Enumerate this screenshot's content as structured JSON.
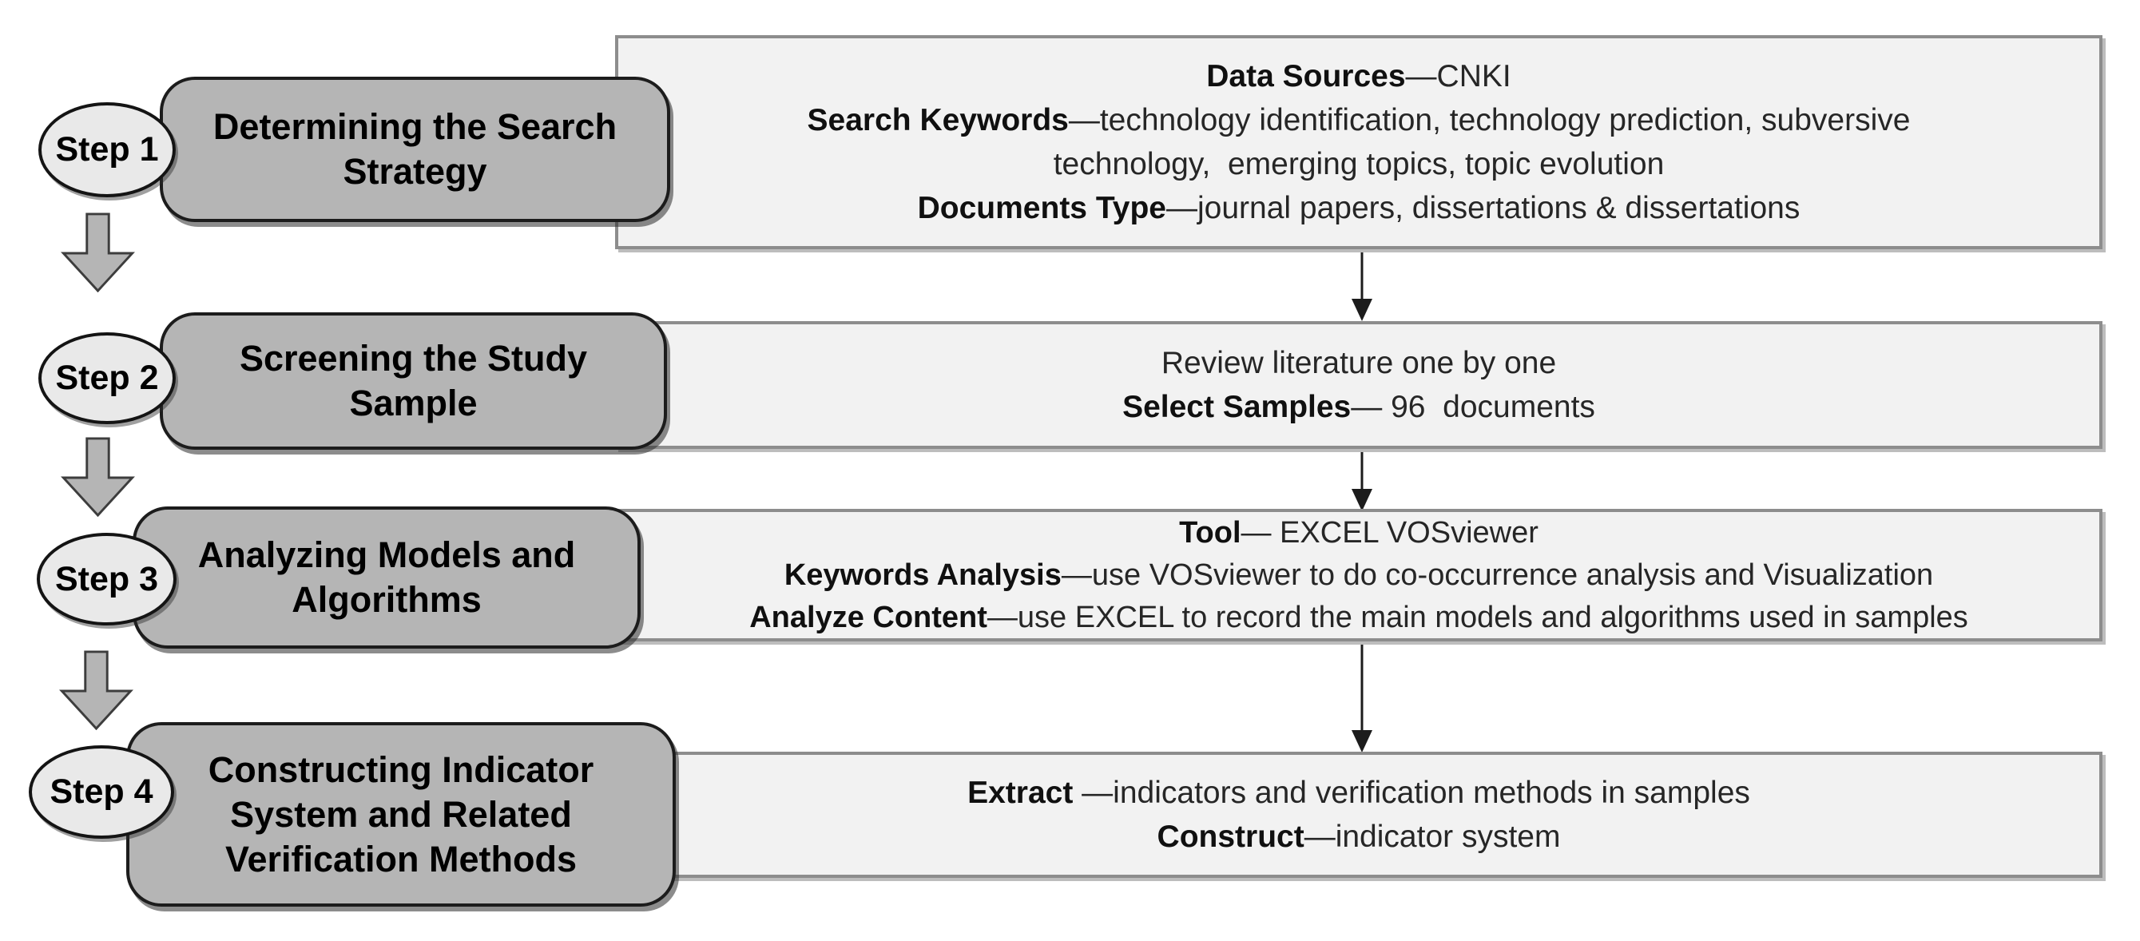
{
  "figure": {
    "type": "flowchart",
    "steps": [
      {
        "badge": "Step 1",
        "title": "Determining the Search Strategy",
        "details": [
          {
            "label": "Data Sources",
            "text": "—CNKI"
          },
          {
            "label": "Search Keywords",
            "text": "—technology identification, technology prediction, subversive"
          },
          {
            "label": "",
            "text": "technology,  emerging topics, topic evolution"
          },
          {
            "label": "Documents Type",
            "text": "—journal papers, dissertations & dissertations"
          }
        ]
      },
      {
        "badge": "Step 2",
        "title": "Screening the Study Sample",
        "details": [
          {
            "label": "",
            "text": "Review literature one by one"
          },
          {
            "label": "Select Samples",
            "text": "— 96  documents"
          }
        ]
      },
      {
        "badge": "Step 3",
        "title": "Analyzing Models and Algorithms",
        "details": [
          {
            "label": "Tool",
            "text": "— EXCEL VOSviewer"
          },
          {
            "label": "Keywords Analysis",
            "text": "—use VOSviewer to do co-occurrence analysis and Visualization"
          },
          {
            "label": "Analyze Content",
            "text": "—use EXCEL to record the main models and algorithms used in samples"
          }
        ]
      },
      {
        "badge": "Step 4",
        "title": "Constructing Indicator System and Related Verification Methods",
        "details": [
          {
            "label": "Extract",
            "text": " —indicators and verification methods in samples"
          },
          {
            "label": "Construct",
            "text": "—indicator system"
          }
        ]
      }
    ]
  },
  "colors": {
    "step-box-fill": "#b5b5b5",
    "step-box-border": "#1c1c1c",
    "oval-fill": "#e9e9e9",
    "oval-border": "#141414",
    "detail-box-fill": "#f2f2f2",
    "detail-box-border": "#8d8d8d",
    "arrow-fill": "#b5b5b5",
    "arrow-outline": "#3d3d3d",
    "connector-color": "#1c1c1c",
    "text-color": "#262626",
    "label-color": "#101010",
    "background": "#ffffff"
  }
}
